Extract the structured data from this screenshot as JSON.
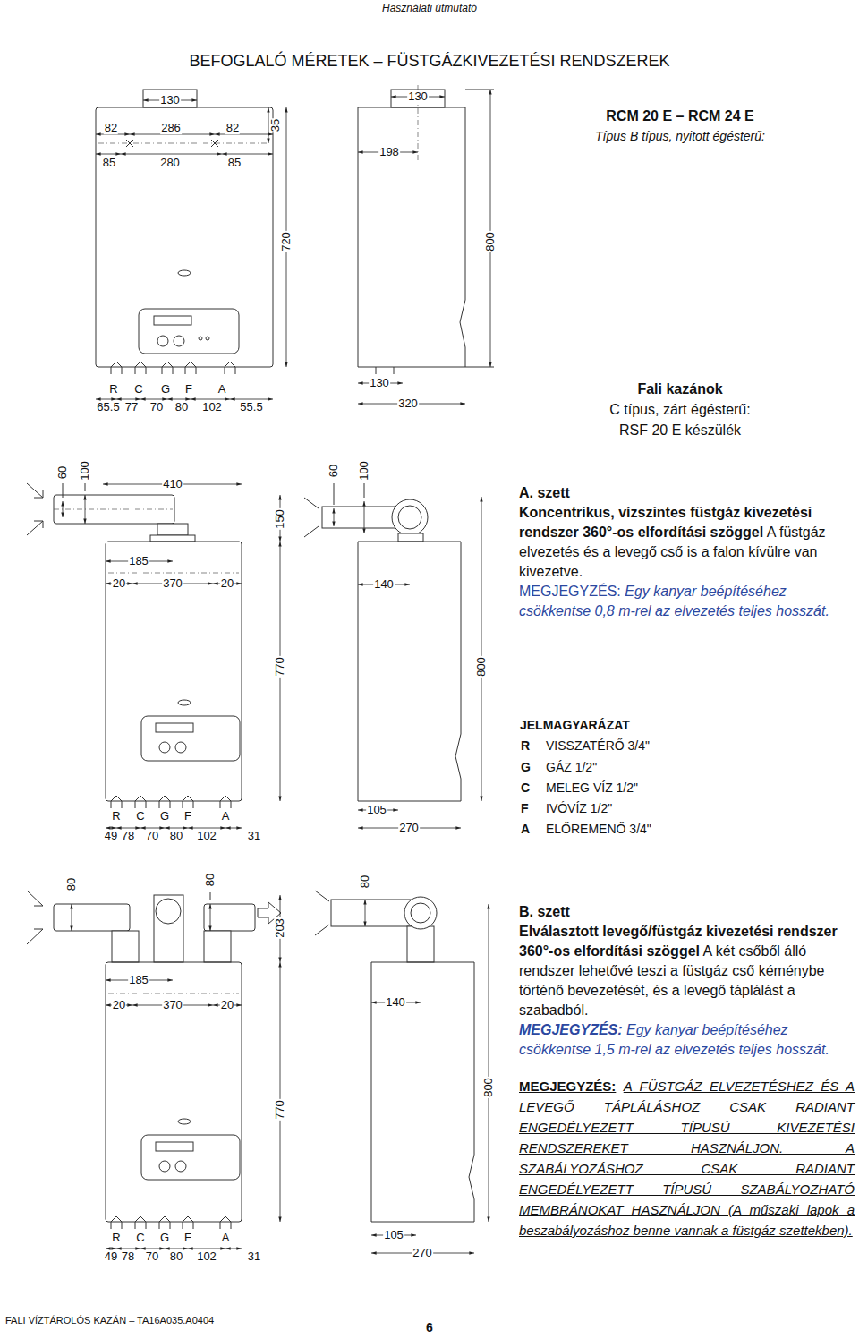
{
  "diagram": {
    "title": "BEFOGLALÓ MÉRETEK – FÜSTGÁZKIVEZETÉSI RENDSZEREK",
    "labels": [
      "Használati útmutató",
      "130",
      "82",
      "286",
      "82",
      "85",
      "280",
      "85",
      "35",
      "720",
      "R",
      "C",
      "G",
      "F",
      "A",
      "65.5",
      "77",
      "70",
      "80",
      "102",
      "55.5",
      "130",
      "198",
      "800",
      "130",
      "320",
      "RCM 20 E – RCM 24 E",
      "Típus B típus, nyitott égésterű:",
      "Fali kazánok",
      "C típus, zárt égésterű:",
      "RSF 20 E készülék",
      "60",
      "100",
      "410",
      "185",
      "20",
      "370",
      "20",
      "150",
      "770",
      "R",
      "C",
      "G",
      "F",
      "A",
      "49",
      "78",
      "70",
      "80",
      "102",
      "31",
      "60",
      "100",
      "140",
      "800",
      "105",
      "270",
      "A. szett",
      "Koncentrikus, vízszintes füstgáz kivezetési rendszer 360°-os elfordítási szöggel",
      "A füstgáz elvezetés és a levegő cső is a falon kívülre van kivezetve.",
      "MEGJEGYZÉS:",
      "Egy kanyar beépítéséhez csökkentse 0,8 m-rel az elvezetés teljes hosszát.",
      "JELMAGYARÁZAT",
      "R",
      "VISSZATÉRŐ 3/4\"",
      "G",
      "GÁZ 1/2\"",
      "C",
      "MELEG VÍZ 1/2\"",
      "F",
      "IVÓVÍZ 1/2\"",
      "A",
      "ELŐREMENŐ 3/4\"",
      "80",
      "80",
      "203",
      "185",
      "20",
      "370",
      "20",
      "770",
      "R",
      "C",
      "G",
      "F",
      "A",
      "49",
      "78",
      "70",
      "80",
      "102",
      "31",
      "80",
      "140",
      "800",
      "105",
      "270",
      "B. szett",
      "Elválasztott levegő/füstgáz kivezetési rendszer 360°-os elfordítási szöggel",
      "A két csőből álló rendszer lehetővé teszi a füstgáz cső kéménybe történő bevezetését, és a levegő táplálást a szabadból.",
      "MEGJEGYZÉS:",
      "Egy kanyar beépítéséhez csökkentse 1,5 m-rel az elvezetés teljes hosszát.",
      "MEGJEGYZÉS:",
      "A FÜSTGÁZ ELVEZETÉSHEZ ÉS A LEVEGŐ TÁPLÁLÁSHOZ CSAK RADIANT ENGEDÉLYEZETT TÍPUSÚ KIVEZETÉSI RENDSZEREKET HASZNÁLJON. A SZABÁLYOZÁSHOZ CSAK RADIANT ENGEDÉLYEZETT TÍPUSÚ SZABÁLYOZHATÓ MEMBRÁNOKAT HASZNÁLJON (A műszaki lapok a beszabályozáshoz benne vannak a füstgáz szettekben).",
      "FALI VÍZTÁROLÓS KAZÁN – TA16A035.A0404",
      "6"
    ]
  }
}
